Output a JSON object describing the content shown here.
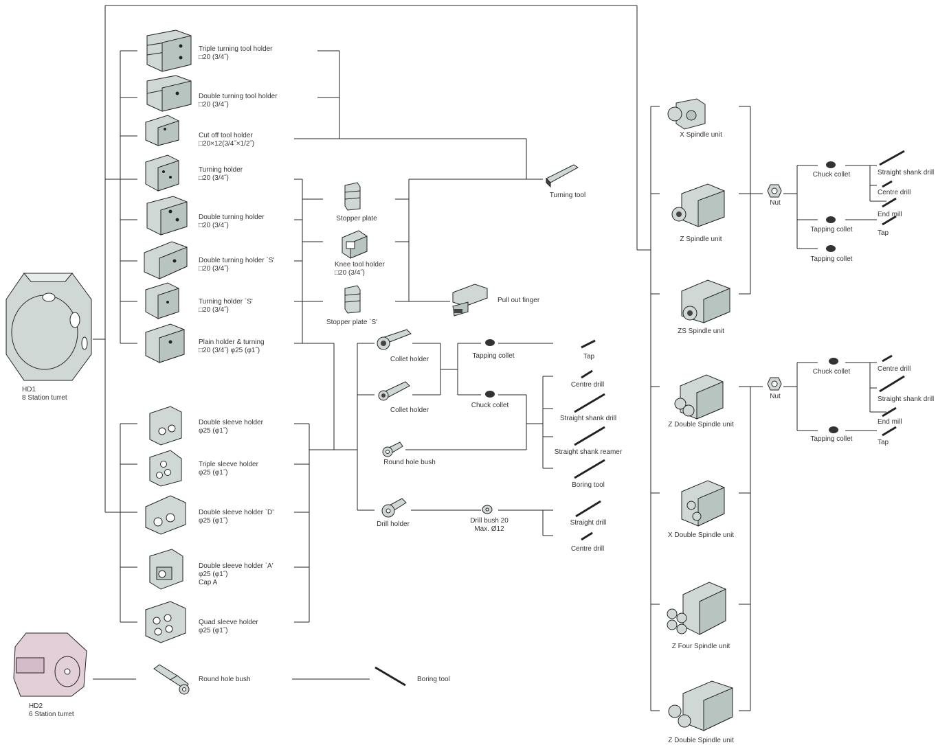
{
  "colors": {
    "part_fill": "#cfd8d4",
    "part_dark": "#9aa8a3",
    "hd2_fill": "#e3cfd8",
    "line": "#222222"
  },
  "hd1": {
    "name": "HD1",
    "desc": "8 Station turret"
  },
  "hd2": {
    "name": "HD2",
    "desc": "6 Station turret"
  },
  "holders": [
    {
      "l1": "Triple turning tool holder",
      "l2": "□20 (3/4˝)",
      "l3": ""
    },
    {
      "l1": "Double turning tool holder",
      "l2": "□20 (3/4˝)",
      "l3": ""
    },
    {
      "l1": "Cut off tool holder",
      "l2": "□20×12(3/4˝×1/2˝)",
      "l3": ""
    },
    {
      "l1": "Turning holder",
      "l2": "□20 (3/4˝)",
      "l3": ""
    },
    {
      "l1": "Double turning holder",
      "l2": "□20 (3/4˝)",
      "l3": ""
    },
    {
      "l1": "Double turning holder `S'",
      "l2": "□20 (3/4˝)",
      "l3": ""
    },
    {
      "l1": "Turning holder `S'",
      "l2": "□20 (3/4˝)",
      "l3": ""
    },
    {
      "l1": "Plain holder & turning",
      "l2": "□20 (3/4˝)   φ25 (φ1˝)",
      "l3": ""
    },
    {
      "l1": "Double sleeve holder",
      "l2": "φ25 (φ1˝)",
      "l3": ""
    },
    {
      "l1": "Triple sleeve holder",
      "l2": "φ25 (φ1˝)",
      "l3": ""
    },
    {
      "l1": "Double sleeve holder `D'",
      "l2": "φ25 (φ1˝)",
      "l3": ""
    },
    {
      "l1": "Double sleeve holder `A'",
      "l2": "φ25 (φ1˝)",
      "l3": "Cap A"
    },
    {
      "l1": "Quad sleeve holder",
      "l2": "φ25 (φ1˝)",
      "l3": ""
    }
  ],
  "hd2_holder": "Round hole bush",
  "hd2_tool": "Boring tool",
  "middle": {
    "stopper_plate": "Stopper plate",
    "knee_tool_holder": "Knee tool holder",
    "knee_size": "□20 (3/4˝)",
    "stopper_plate_s": "Stopper plate `S'",
    "pull_out_finger": "Pull out finger",
    "turning_tool": "Turning tool",
    "collet_holder_1": "Collet holder",
    "collet_holder_2": "Collet holder",
    "round_hole_bush": "Round hole bush",
    "drill_holder": "Drill holder",
    "tapping_collet": "Tapping collet",
    "chuck_collet": "Chuck collet",
    "drill_bush_1": "Drill bush 20",
    "drill_bush_2": "Max. Ø12",
    "tap": "Tap",
    "centre_drill": "Centre drill",
    "straight_shank_drill": "Straight shank drill",
    "straight_shank_reamer": "Straight shank reamer",
    "boring_tool": "Boring tool",
    "straight_drill": "Straight drill",
    "centre_drill_2": "Centre drill"
  },
  "spindles": [
    "X Spindle unit",
    "Z Spindle unit",
    "ZS Spindle unit",
    "Z Double Spindle unit",
    "X Double Spindle unit",
    "Z Four Spindle unit",
    "Z Double Spindle unit"
  ],
  "right_top": {
    "nut": "Nut",
    "chuck_collet": "Chuck collet",
    "straight_shank_drill": "Straight shank drill",
    "centre_drill": "Centre drill",
    "end_mill": "End mill",
    "tapping_collet_1": "Tapping collet",
    "tap": "Tap",
    "tapping_collet_2": "Tapping collet"
  },
  "right_bottom": {
    "nut": "Nut",
    "chuck_collet": "Chuck collet",
    "centre_drill": "Centre drill",
    "straight_shank_drill": "Straight shank drill",
    "end_mill": "End mill",
    "tapping_collet": "Tapping collet",
    "tap": "Tap"
  }
}
